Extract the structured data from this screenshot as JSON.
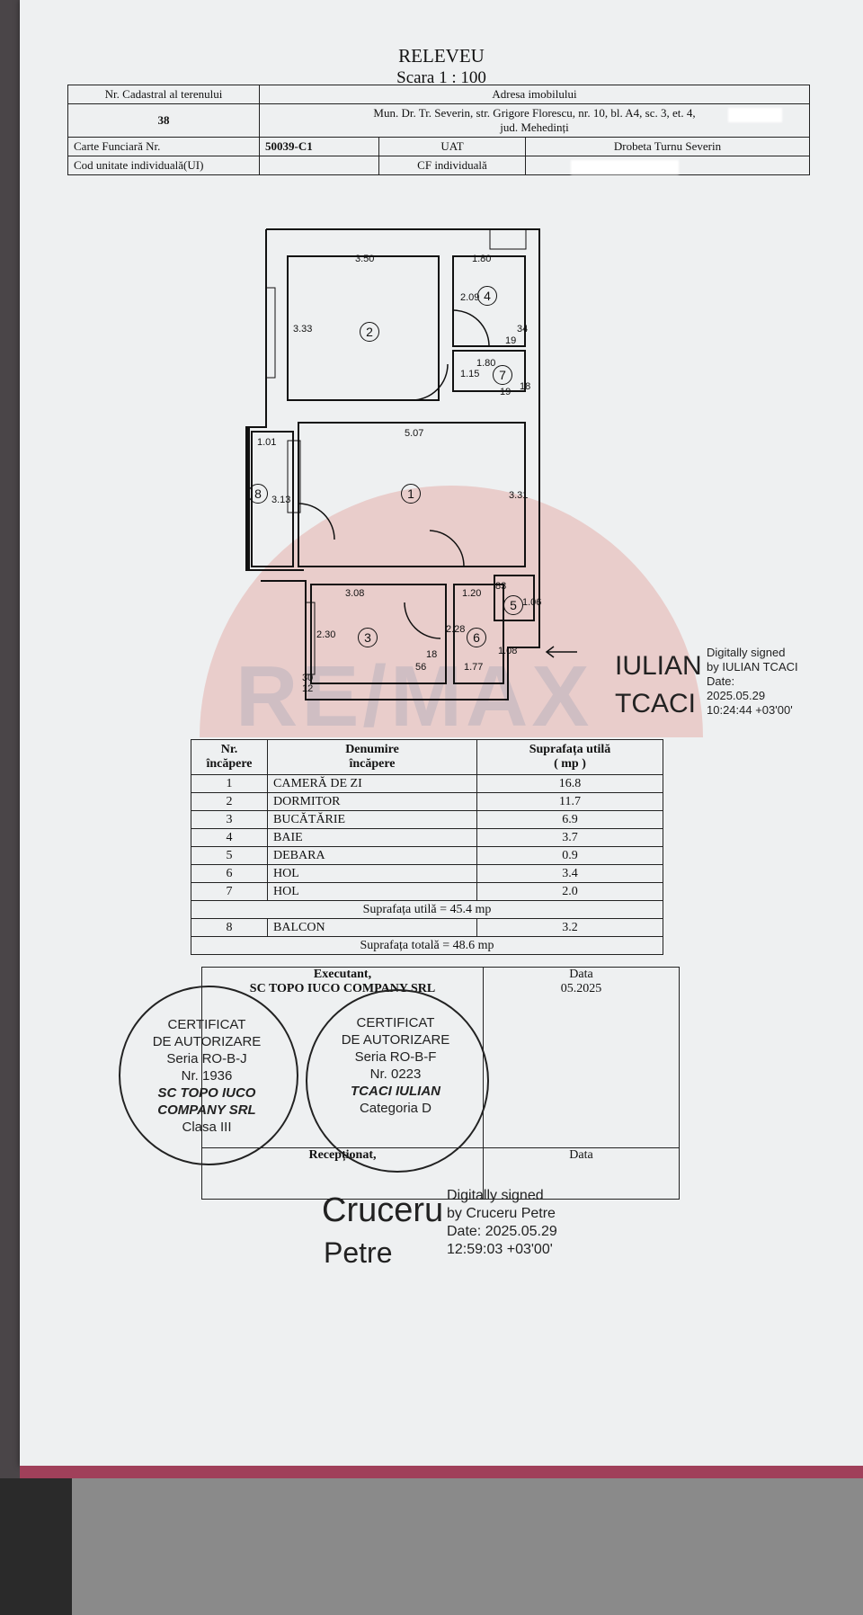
{
  "header": {
    "title": "RELEVEU",
    "scale": "Scara 1 : 100"
  },
  "info_table": {
    "cadastral_label": "Nr. Cadastral al terenului",
    "cadastral_value": "38",
    "address_label": "Adresa imobilului",
    "address_line1": "Mun. Dr. Tr. Severin, str. Grigore Florescu, nr. 10, bl. A4, sc. 3, et. 4,",
    "address_line2": "jud. Mehedinți",
    "cf_label": "Carte Funciară Nr.",
    "cf_value": "50039-C1",
    "uat_label": "UAT",
    "uat_value": "Drobeta Turnu Severin",
    "ui_label": "Cod unitate individuală(UI)",
    "cf_ind_label": "CF individuală"
  },
  "floorplan": {
    "dims": [
      "3.50",
      "1.80",
      "3.33",
      "2.09",
      "34",
      "19",
      "1.15",
      "1.80",
      "19",
      "18",
      "1.01",
      "5.07",
      "3.13",
      "3.31",
      "3.08",
      "1.20",
      "83",
      "1.06",
      "2.30",
      "2.28",
      "1.08",
      "18",
      "56",
      "30",
      "12",
      "1.77"
    ],
    "room_numbers": [
      "1",
      "2",
      "3",
      "4",
      "5",
      "6",
      "7",
      "8"
    ]
  },
  "watermark": "RE/MAX",
  "signature_top": {
    "name_line1": "IULIAN",
    "name_line2": "TCACI",
    "signed_line1": "Digitally signed",
    "signed_line2": "by IULIAN TCACI",
    "date_label": "Date:",
    "date_value": "2025.05.29",
    "time_value": "10:24:44 +03'00'"
  },
  "rooms_table": {
    "col_nr": "Nr.",
    "col_nr2": "încăpere",
    "col_name": "Denumire",
    "col_name2": "încăpere",
    "col_area": "Suprafața utilă",
    "col_area2": "( mp )",
    "rows": [
      {
        "nr": "1",
        "name": "CAMERĂ DE ZI",
        "area": "16.8"
      },
      {
        "nr": "2",
        "name": "DORMITOR",
        "area": "11.7"
      },
      {
        "nr": "3",
        "name": "BUCĂTĂRIE",
        "area": "6.9"
      },
      {
        "nr": "4",
        "name": "BAIE",
        "area": "3.7"
      },
      {
        "nr": "5",
        "name": "DEBARA",
        "area": "0.9"
      },
      {
        "nr": "6",
        "name": "HOL",
        "area": "3.4"
      },
      {
        "nr": "7",
        "name": "HOL",
        "area": "2.0"
      }
    ],
    "subtotal": "Suprafața utilă = 45.4 mp",
    "balcon": {
      "nr": "8",
      "name": "BALCON",
      "area": "3.2"
    },
    "total": "Suprafața totală = 48.6 mp"
  },
  "exec_table": {
    "executant_label": "Executant,",
    "executant_value": "SC TOPO IUCO COMPANY SRL",
    "data_label": "Data",
    "data_value": "05.2025",
    "receptionat_label": "Recepționat,",
    "data_label2": "Data"
  },
  "stamp_left": {
    "l1": "CERTIFICAT",
    "l2": "DE AUTORIZARE",
    "l3": "Seria RO-B-J",
    "l4": "Nr. 1936",
    "l5": "SC TOPO IUCO",
    "l6": "COMPANY SRL",
    "l7": "Clasa III"
  },
  "stamp_right": {
    "l1": "CERTIFICAT",
    "l2": "DE AUTORIZARE",
    "l3": "Seria RO-B-F",
    "l4": "Nr. 0223",
    "l5": "TCACI IULIAN",
    "l6": "Categoria D"
  },
  "signature_bottom": {
    "name_line1": "Cruceru",
    "name_line2": "Petre",
    "signed_line1": "Digitally signed",
    "signed_line2": "by Cruceru Petre",
    "date_line": "Date: 2025.05.29",
    "time_line": "12:59:03 +03'00'"
  }
}
